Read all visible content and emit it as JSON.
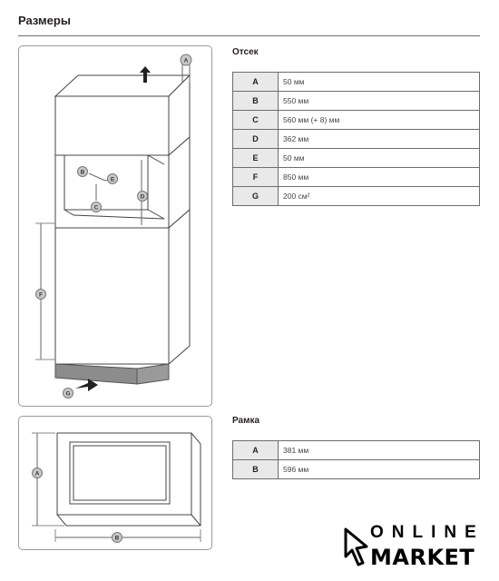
{
  "header": {
    "title": "Размеры"
  },
  "compartment": {
    "title": "Отсек",
    "rows": [
      {
        "key": "A",
        "value": "50 мм"
      },
      {
        "key": "B",
        "value": "550 мм"
      },
      {
        "key": "C",
        "value": "560 мм (+ 8) мм"
      },
      {
        "key": "D",
        "value": "362 мм"
      },
      {
        "key": "E",
        "value": "50 мм"
      },
      {
        "key": "F",
        "value": "850 мм"
      },
      {
        "key": "G",
        "value": "200 см²"
      }
    ],
    "diagram_labels": {
      "a": "A",
      "b": "B",
      "c": "C",
      "d": "D",
      "e": "E",
      "f": "F",
      "g": "G"
    }
  },
  "frame": {
    "title": "Рамка",
    "rows": [
      {
        "key": "A",
        "value": "381 мм"
      },
      {
        "key": "B",
        "value": "596 мм"
      }
    ],
    "diagram_labels": {
      "a": "A",
      "b": "B"
    }
  },
  "logo": {
    "line1": "ONLINE",
    "line2": "MARKET"
  }
}
